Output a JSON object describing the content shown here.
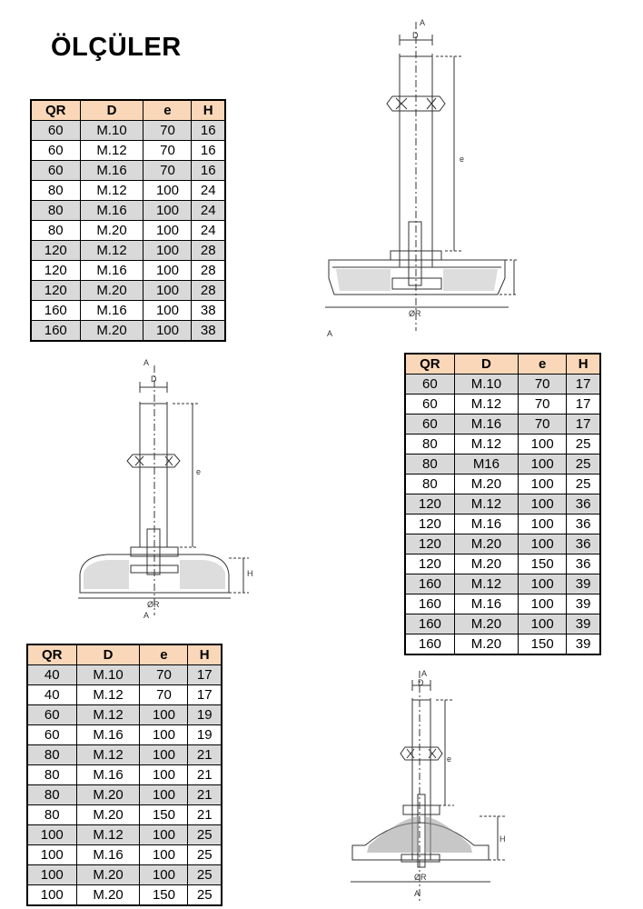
{
  "title": "ÖLÇÜLER",
  "columns": [
    "QR",
    "D",
    "e",
    "H"
  ],
  "table1": [
    [
      "60",
      "M.10",
      "70",
      "16"
    ],
    [
      "60",
      "M.12",
      "70",
      "16"
    ],
    [
      "60",
      "M.16",
      "70",
      "16"
    ],
    [
      "80",
      "M.12",
      "100",
      "24"
    ],
    [
      "80",
      "M.16",
      "100",
      "24"
    ],
    [
      "80",
      "M.20",
      "100",
      "24"
    ],
    [
      "120",
      "M.12",
      "100",
      "28"
    ],
    [
      "120",
      "M.16",
      "100",
      "28"
    ],
    [
      "120",
      "M.20",
      "100",
      "28"
    ],
    [
      "160",
      "M.16",
      "100",
      "38"
    ],
    [
      "160",
      "M.20",
      "100",
      "38"
    ]
  ],
  "table2": [
    [
      "60",
      "M.10",
      "70",
      "17"
    ],
    [
      "60",
      "M.12",
      "70",
      "17"
    ],
    [
      "60",
      "M.16",
      "70",
      "17"
    ],
    [
      "80",
      "M.12",
      "100",
      "25"
    ],
    [
      "80",
      "M16",
      "100",
      "25"
    ],
    [
      "80",
      "M.20",
      "100",
      "25"
    ],
    [
      "120",
      "M.12",
      "100",
      "36"
    ],
    [
      "120",
      "M.16",
      "100",
      "36"
    ],
    [
      "120",
      "M.20",
      "100",
      "36"
    ],
    [
      "120",
      "M.20",
      "150",
      "36"
    ],
    [
      "160",
      "M.12",
      "100",
      "39"
    ],
    [
      "160",
      "M.16",
      "100",
      "39"
    ],
    [
      "160",
      "M.20",
      "100",
      "39"
    ],
    [
      "160",
      "M.20",
      "150",
      "39"
    ]
  ],
  "table3": [
    [
      "40",
      "M.10",
      "70",
      "17"
    ],
    [
      "40",
      "M.12",
      "70",
      "17"
    ],
    [
      "60",
      "M.12",
      "100",
      "19"
    ],
    [
      "60",
      "M.16",
      "100",
      "19"
    ],
    [
      "80",
      "M.12",
      "100",
      "21"
    ],
    [
      "80",
      "M.16",
      "100",
      "21"
    ],
    [
      "80",
      "M.20",
      "100",
      "21"
    ],
    [
      "80",
      "M.20",
      "150",
      "21"
    ],
    [
      "100",
      "M.12",
      "100",
      "25"
    ],
    [
      "100",
      "M.16",
      "100",
      "25"
    ],
    [
      "100",
      "M.20",
      "100",
      "25"
    ],
    [
      "100",
      "M.20",
      "150",
      "25"
    ]
  ],
  "drawing_labels": {
    "a": "A",
    "d": "D",
    "e": "e",
    "h": "H",
    "r": "ØR"
  }
}
